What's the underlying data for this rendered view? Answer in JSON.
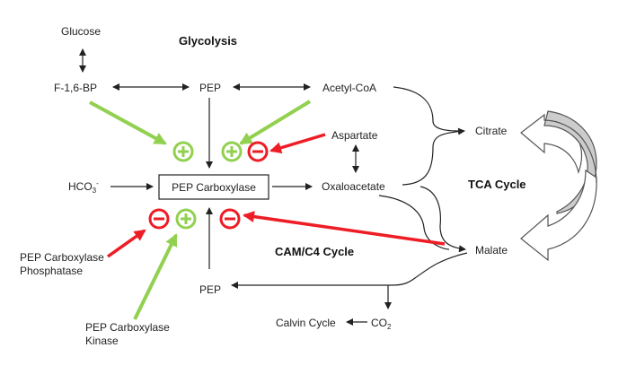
{
  "labels": {
    "glucose": "Glucose",
    "glycolysis": "Glycolysis",
    "f16bp": "F-1,6-BP",
    "pep_top": "PEP",
    "acetyl_coa": "Acetyl-CoA",
    "citrate": "Citrate",
    "aspartate": "Aspartate",
    "hco3": "HCO",
    "hco3_sub": "3",
    "hco3_sup": "-",
    "pep_carboxylase": "PEP Carboxylase",
    "oxaloacetate": "Oxaloacetate",
    "tca_cycle": "TCA Cycle",
    "cam_c4_cycle": "CAM/C4 Cycle",
    "malate": "Malate",
    "phosphatase_line1": "PEP Carboxylase",
    "phosphatase_line2": "Phosphatase",
    "pep_bottom": "PEP",
    "kinase_line1": "PEP Carboxylase",
    "kinase_line2": "Kinase",
    "calvin_cycle": "Calvin Cycle",
    "co": "CO",
    "co2_sub": "2"
  },
  "colors": {
    "activator": "#92d050",
    "inhibitor": "#ee1c25",
    "arrow": "#222222",
    "tca_fill": "#cccccc"
  },
  "regulators": [
    {
      "type": "activator",
      "symbol": "plus"
    },
    {
      "type": "activator",
      "symbol": "plus"
    },
    {
      "type": "inhibitor",
      "symbol": "minus"
    },
    {
      "type": "inhibitor",
      "symbol": "minus"
    },
    {
      "type": "activator",
      "symbol": "plus"
    },
    {
      "type": "inhibitor",
      "symbol": "minus"
    }
  ]
}
